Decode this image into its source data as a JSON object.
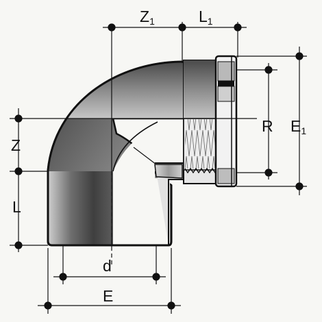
{
  "labels": {
    "z1": "Z",
    "z1_sub": "1",
    "l1": "L",
    "l1_sub": "1",
    "r": "R",
    "e1": "E",
    "e1_sub": "1",
    "z": "Z",
    "l": "L",
    "d": "d",
    "e": "E"
  },
  "colors": {
    "body_dark": "#4a4a4a",
    "body_mid": "#8a8a8a",
    "body_light": "#c9c9c9",
    "line": "#111111",
    "background": "#f7f7f4"
  }
}
